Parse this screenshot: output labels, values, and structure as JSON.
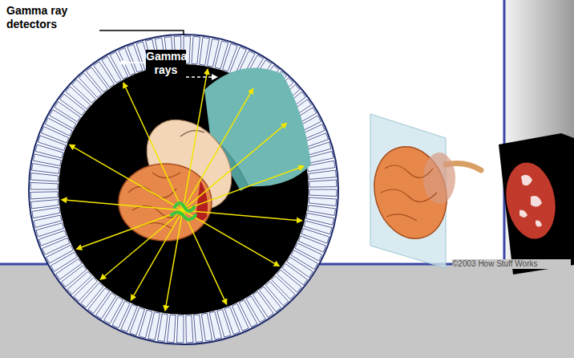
{
  "diagram": {
    "labels": [
      "Gamma ray detectors",
      "Gamma rays",
      "©2003 How Stuff Works"
    ]
  }
}
